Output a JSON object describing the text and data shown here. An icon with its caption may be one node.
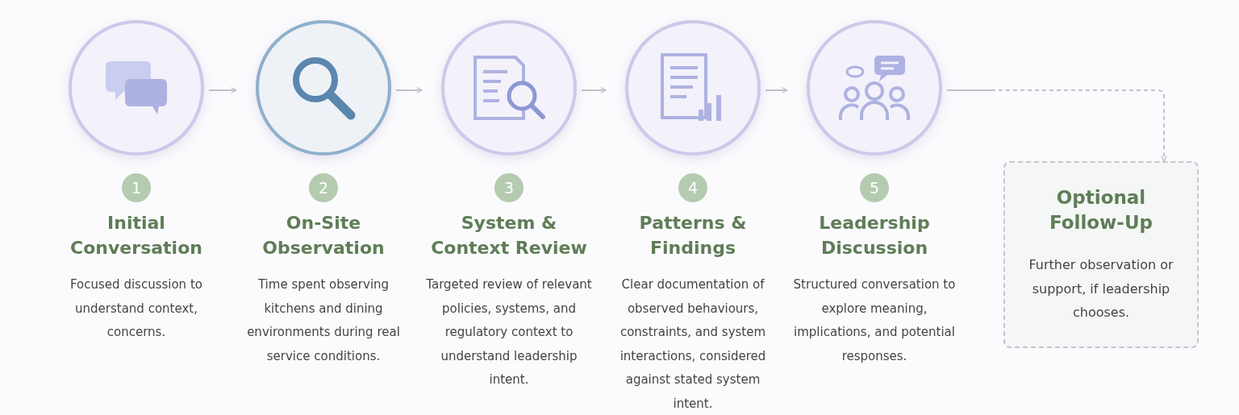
{
  "diagram": {
    "nodes": [
      {
        "text": [
          "1",
          "Initial Conversation",
          "Focused discussion to understand context, concerns."
        ]
      },
      {
        "text": [
          "2",
          "On-Site Observation",
          "Time spent observing kitchens and dining environments during real service conditions."
        ]
      },
      {
        "text": [
          "3",
          "System & Context Review",
          "Targeted review of relevant policies, systems, and regulatory context to understand leadership intent."
        ]
      },
      {
        "text": [
          "4",
          "Patterns & Findings",
          "Clear documentation of observed behaviours, constraints, and system interactions, considered against stated system intent."
        ]
      },
      {
        "text": [
          "5",
          "Leadership Discussion",
          "Structured conversation to explore meaning, implications, and potential responses."
        ]
      },
      {
        "text": [
          "Optional Follow-Up",
          "Further observation or support, if leadership chooses."
        ]
      }
    ],
    "edges": [
      {
        "from": 0,
        "to": 1,
        "arrow": "to"
      },
      {
        "from": 1,
        "to": 2,
        "arrow": "to"
      },
      {
        "from": 2,
        "to": 3,
        "arrow": "to"
      },
      {
        "from": 3,
        "to": 4,
        "arrow": "to"
      },
      {
        "from": 4,
        "to": 5,
        "arrow": "to",
        "style": "dashed"
      }
    ]
  }
}
